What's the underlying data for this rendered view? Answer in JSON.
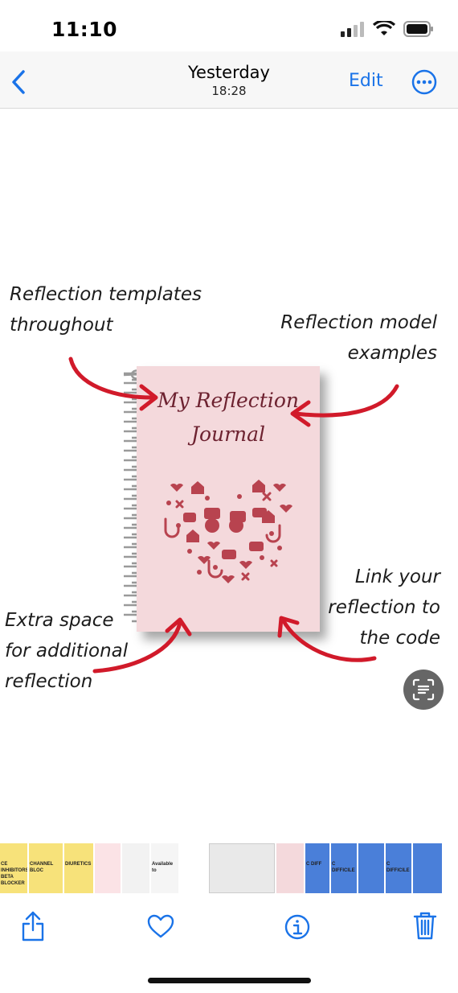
{
  "status": {
    "time": "11:10"
  },
  "nav": {
    "title": "Yesterday",
    "subtitle": "18:28",
    "edit_label": "Edit"
  },
  "annotations": {
    "top_left_1": "Reflection templates",
    "top_left_2": "throughout",
    "top_right_1": "Reflection model",
    "top_right_2": "examples",
    "bottom_left_1": "Extra space",
    "bottom_left_2": "for additional",
    "bottom_left_3": "reflection",
    "bottom_right_1": "Link your",
    "bottom_right_2": "reflection to",
    "bottom_right_3": "the code"
  },
  "journal": {
    "title_line1": "My Reflection",
    "title_line2": "Journal"
  },
  "thumbnails": [
    {
      "label": "CE INHIBITORS BETA BLOCKER",
      "color": "#f7e27a"
    },
    {
      "label": "CHANNEL BLOC",
      "color": "#f7e27a"
    },
    {
      "label": "DIURETICS",
      "color": "#f7e27a"
    },
    {
      "label": "",
      "color": "#fbe3e6"
    },
    {
      "label": "",
      "color": "#f2f2f2"
    },
    {
      "label": "Available to",
      "color": "#f5f5f5"
    },
    {
      "label": "",
      "color": "#ffffff"
    },
    {
      "label": "",
      "color": "#e9e9e9"
    },
    {
      "label": "",
      "color": "#f4d9dc"
    },
    {
      "label": "C DIFF",
      "color": "#4a7fd9"
    },
    {
      "label": "C DIFFICILE",
      "color": "#4a7fd9"
    },
    {
      "label": "",
      "color": "#4a7fd9"
    },
    {
      "label": "C DIFFICILE",
      "color": "#4a7fd9"
    },
    {
      "label": "",
      "color": "#4a7fd9"
    }
  ],
  "colors": {
    "accent": "#1a73e8",
    "arrow": "#d11a2a",
    "heart": "#b8434f",
    "cover": "#f4d9dc"
  },
  "icons": [
    "back-chevron-icon",
    "more-icon",
    "share-icon",
    "heart-icon",
    "info-icon",
    "trash-icon",
    "live-text-icon"
  ]
}
